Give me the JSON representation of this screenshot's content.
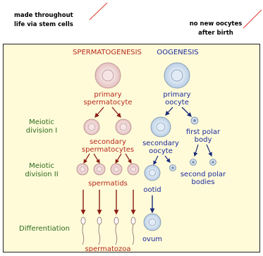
{
  "notes": {
    "left": [
      "made throughout",
      "life via stem cells"
    ],
    "right": [
      "no new oocytes",
      "after birth"
    ]
  },
  "headers": {
    "spermatogenesis": "SPERMATOGENESIS",
    "oogenesis": "OOGENESIS"
  },
  "stages": {
    "meiotic_division_1": [
      "Meiotic",
      "division I"
    ],
    "meiotic_division_2": [
      "Meiotic",
      "division II"
    ],
    "differentiation": "Differentiation"
  },
  "sperm_labels": {
    "primary_spermatocyte": [
      "primary",
      "spermatocyte"
    ],
    "secondary_spermatocytes": [
      "secondary",
      "spermatocytes"
    ],
    "spermatids": "spermatids",
    "spermatozoa": "spermatozoa"
  },
  "oo_labels": {
    "primary_oocyte": [
      "primary",
      "oocyte"
    ],
    "secondary_oocyte": [
      "secondary",
      "oocyte"
    ],
    "first_polar_body": [
      "first polar",
      "body"
    ],
    "second_polar_bodies": [
      "second polar",
      "bodies"
    ],
    "ootid": "ootid",
    "ovum": "ovum"
  },
  "colors": {
    "sperm": "#b52a1c",
    "oo": "#1a2a9a",
    "stage": "#2c6a1a",
    "panel": "#fffbd9",
    "pointer": "#e2392f"
  }
}
